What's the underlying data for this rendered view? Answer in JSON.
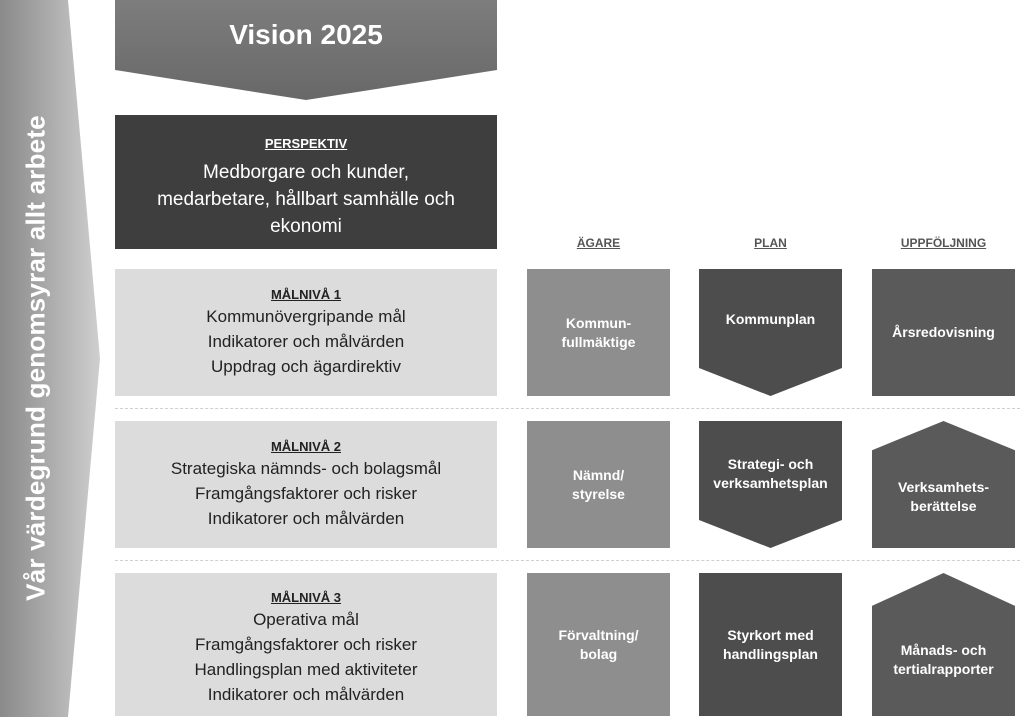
{
  "side_arrow": {
    "text": "Vår värdegrund genomsyrar allt arbete"
  },
  "vision": {
    "title": "Vision 2025"
  },
  "perspective": {
    "heading": "PERSPEKTIV",
    "text": [
      "Medborgare och kunder,",
      "medarbetare, hållbart samhälle och",
      "ekonomi"
    ]
  },
  "columns": {
    "owner": "ÄGARE",
    "plan": "PLAN",
    "follow_up": "UPPFÖLJNING"
  },
  "levels": [
    {
      "heading": "MÅLNIVÅ 1",
      "lines": [
        "Kommunövergripande mål",
        "Indikatorer och målvärden",
        "Uppdrag och ägardirektiv"
      ],
      "owner": [
        "Kommun-",
        "fullmäktige"
      ],
      "plan": [
        "Kommunplan"
      ],
      "follow_up": [
        "Årsredovisning"
      ]
    },
    {
      "heading": "MÅLNIVÅ 2",
      "lines": [
        "Strategiska nämnds- och bolagsmål",
        "Framgångsfaktorer och risker",
        "Indikatorer och målvärden"
      ],
      "owner": [
        "Nämnd/",
        "styrelse"
      ],
      "plan": [
        "Strategi- och",
        "verksamhetsplan"
      ],
      "follow_up": [
        "Verksamhets-",
        "berättelse"
      ]
    },
    {
      "heading": "MÅLNIVÅ 3",
      "lines": [
        "Operativa mål",
        "Framgångsfaktorer och risker",
        "Handlingsplan med aktiviteter",
        "Indikatorer och målvärden"
      ],
      "owner": [
        "Förvaltning/",
        "bolag"
      ],
      "plan": [
        "Styrkort med",
        "handlingsplan"
      ],
      "follow_up": [
        "Månads- och",
        "tertialrapporter"
      ]
    }
  ]
}
